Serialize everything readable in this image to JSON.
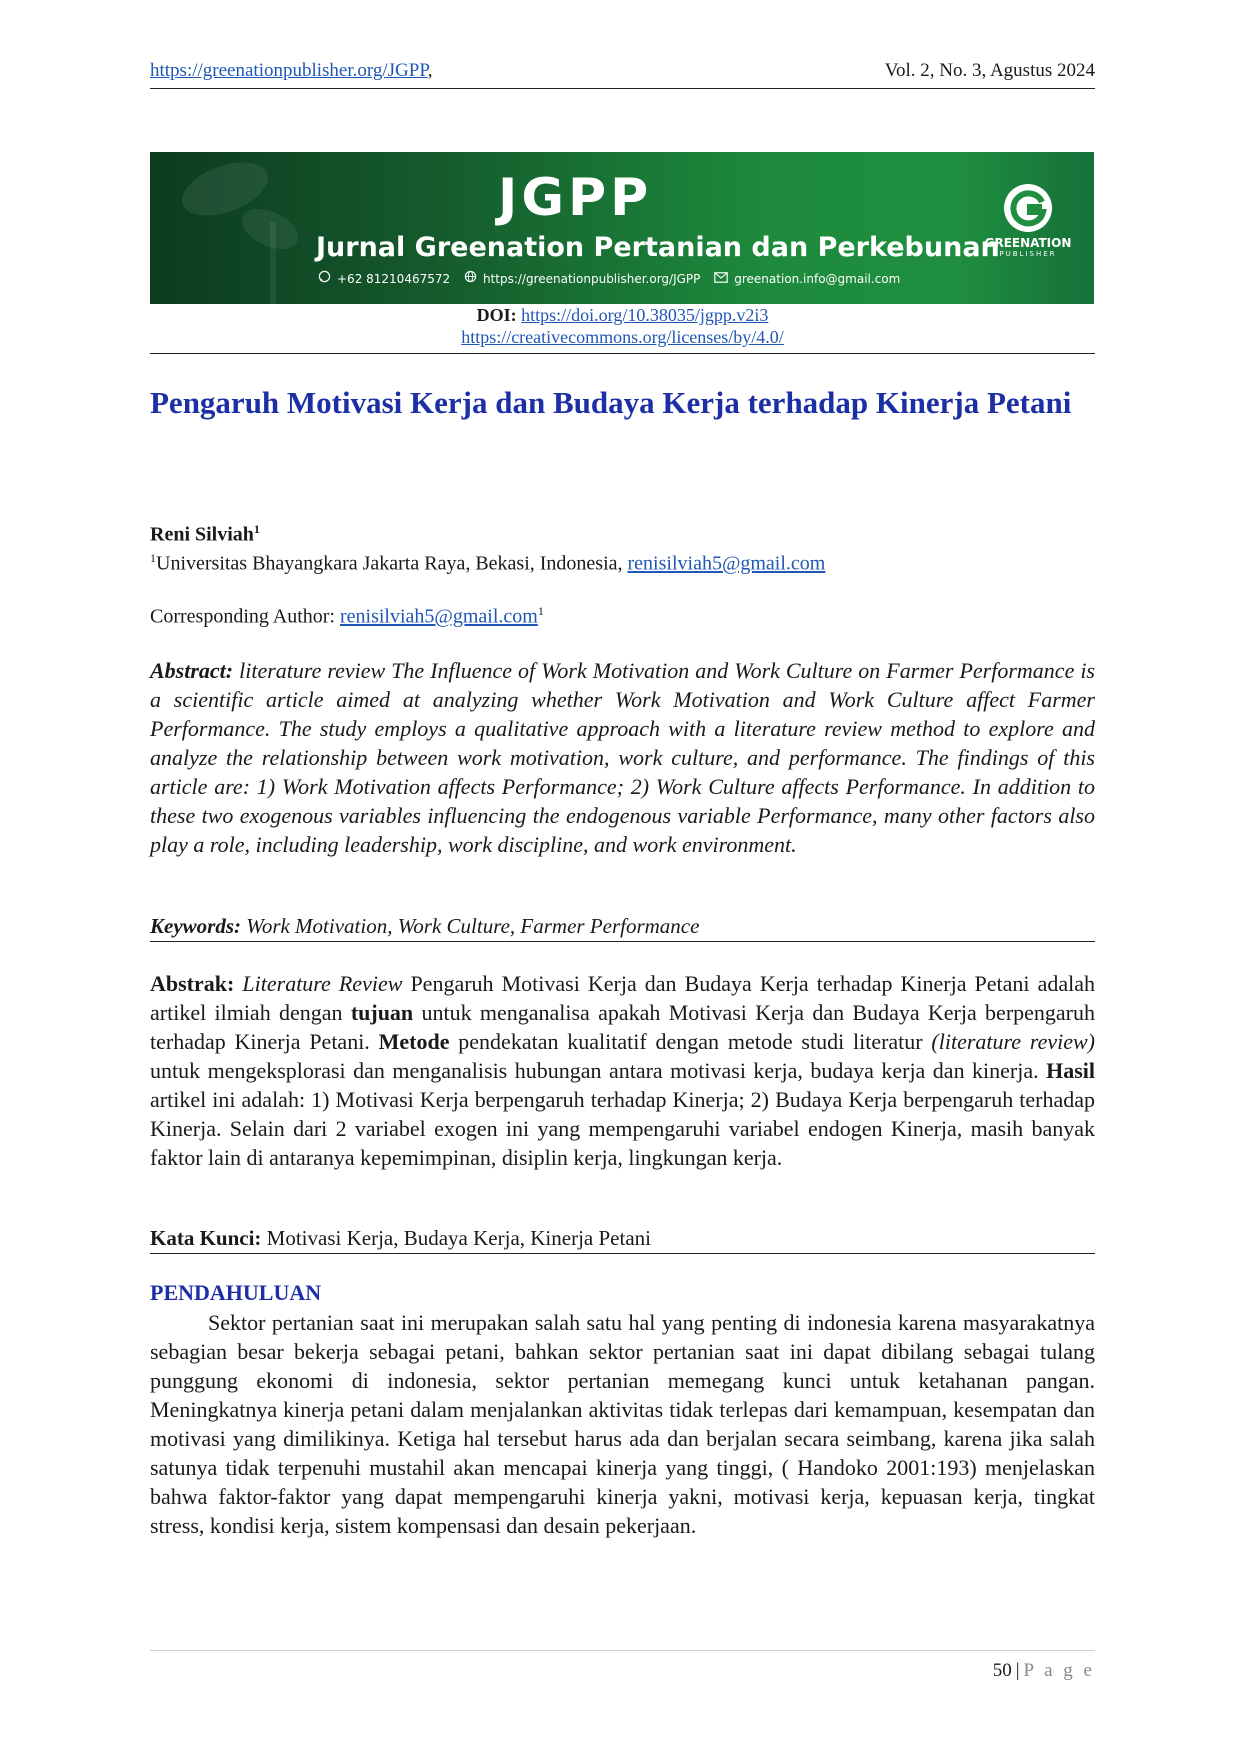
{
  "header": {
    "url": "https://greenationpublisher.org/JGPP",
    "url_suffix": ",",
    "volume": "Vol. 2, No. 3, Agustus 2024"
  },
  "banner": {
    "title": "JGPP",
    "subtitle": "Jurnal Greenation Pertanian dan Perkebunan",
    "phone": "+62 81210467572",
    "website": "https://greenationpublisher.org/JGPP",
    "email": "greenation.info@gmail.com",
    "logo_name": "GREENATION",
    "logo_sub": "PUBLISHER",
    "icons": [
      "whatsapp-icon",
      "globe-icon",
      "mail-icon"
    ],
    "colors": {
      "dark": "#0c3b1f",
      "light": "#1f8f3f"
    }
  },
  "doi": {
    "label": "DOI:",
    "url": "https://doi.org/10.38035/jgpp.v2i3",
    "license": "https://creativecommons.org/licenses/by/4.0/"
  },
  "title": "Pengaruh Motivasi Kerja dan Budaya Kerja terhadap Kinerja Petani",
  "author": {
    "name": "Reni Silviah",
    "sup": "1",
    "affil_sup": "1",
    "affiliation": "Universitas Bhayangkara Jakarta Raya, Bekasi, Indonesia, ",
    "email": "renisilviah5@gmail.com",
    "corr_label": "Corresponding Author: ",
    "corr_email": "renisilviah5@gmail.com",
    "corr_sup": "1"
  },
  "abstract_en": {
    "label": "Abstract:",
    "text": " literature review The Influence of Work Motivation and Work Culture on Farmer Performance is a scientific article aimed at analyzing whether Work Motivation and Work Culture affect Farmer Performance. The study employs a qualitative approach with a literature review method to explore and analyze the relationship between work motivation, work culture, and performance. The findings of this article are: 1) Work Motivation affects Performance; 2) Work Culture affects Performance. In addition to these two exogenous variables influencing the endogenous variable Performance, many other factors also play a role, including leadership, work discipline, and work environment."
  },
  "keywords": {
    "label": "Keywords:",
    "text": " Work Motivation, Work Culture, Farmer Performance"
  },
  "abstract_id": {
    "label": "Abstrak:",
    "t1": "Literature Review",
    "t2": " Pengaruh Motivasi Kerja dan Budaya Kerja terhadap Kinerja Petani adalah artikel ilmiah dengan ",
    "b1": "tujuan",
    "t3": " untuk menganalisa apakah Motivasi Kerja dan Budaya Kerja berpengaruh terhadap Kinerja Petani. ",
    "b2": "Metode",
    "t4": " pendekatan kualitatif dengan metode studi literatur ",
    "t5": "(literature review)",
    "t6": " untuk mengeksplorasi dan menganalisis hubungan antara motivasi kerja, budaya kerja dan kinerja. ",
    "b3": "Hasil",
    "t7": " artikel ini adalah: 1) Motivasi Kerja berpengaruh terhadap Kinerja; 2) Budaya Kerja berpengaruh terhadap Kinerja. Selain dari 2 variabel exogen ini yang mempengaruhi variabel endogen Kinerja, masih banyak faktor lain di antaranya kepemimpinan, disiplin kerja, lingkungan kerja."
  },
  "kata_kunci": {
    "label": "Kata Kunci:",
    "text": " Motivasi Kerja, Budaya Kerja, Kinerja Petani"
  },
  "section": {
    "heading": "PENDAHULUAN",
    "text": "Sektor pertanian saat ini merupakan salah satu hal yang penting di indonesia karena masyarakatnya sebagian besar bekerja sebagai petani, bahkan sektor pertanian saat ini dapat dibilang sebagai tulang punggung ekonomi di indonesia, sektor pertanian memegang kunci untuk ketahanan pangan. Meningkatnya kinerja petani dalam menjalankan aktivitas tidak terlepas dari kemampuan, kesempatan dan motivasi yang dimilikinya. Ketiga hal tersebut harus ada dan berjalan secara seimbang, karena jika salah satunya tidak terpenuhi mustahil akan mencapai kinerja yang tinggi, ( Handoko 2001:193) menjelaskan bahwa faktor-faktor yang dapat mempengaruhi kinerja yakni, motivasi kerja, kepuasan kerja, tingkat stress, kondisi kerja, sistem kompensasi dan desain pekerjaan."
  },
  "footer": {
    "page": "50",
    "sep": "|",
    "label": "P a g e"
  }
}
